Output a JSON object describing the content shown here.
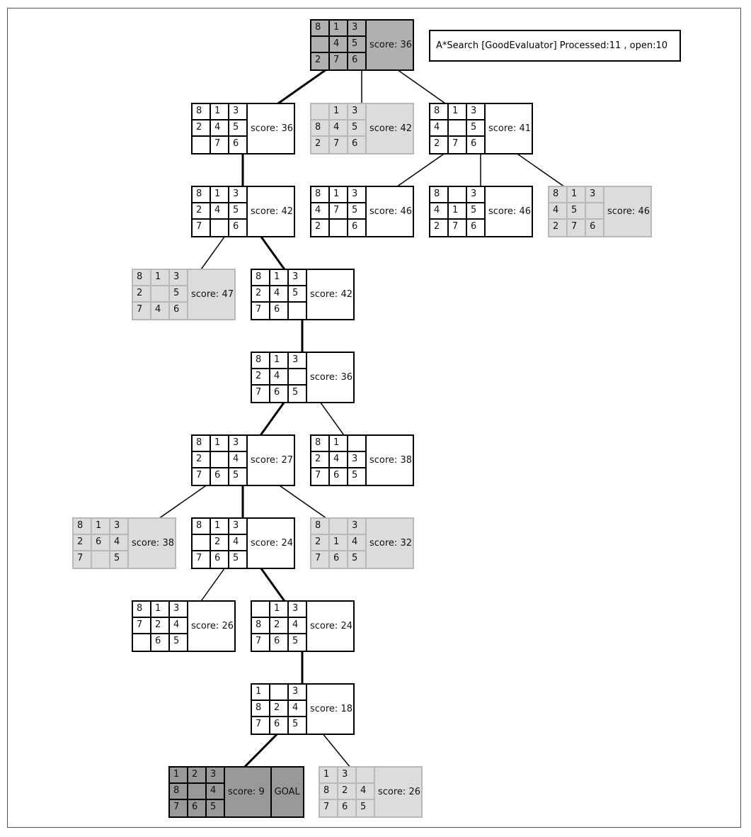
{
  "legend": "A*Search [GoodEvaluator] Processed:11 , open:10",
  "score_prefix": "score: ",
  "goal_label": "GOAL",
  "colors": {
    "root": "#b0b0b0",
    "open": "#dcdcdc",
    "goal": "#999999",
    "closed": "#ffffff"
  },
  "nodes": [
    {
      "state": [
        "8",
        "1",
        "3",
        "",
        "4",
        "5",
        "2",
        "7",
        "6"
      ],
      "score": 36,
      "status": "root",
      "parent": null,
      "onPath": false
    },
    {
      "state": [
        "8",
        "1",
        "3",
        "2",
        "4",
        "5",
        "",
        "7",
        "6"
      ],
      "score": 36,
      "status": "white",
      "parent": 0,
      "onPath": true
    },
    {
      "state": [
        "",
        "1",
        "3",
        "8",
        "4",
        "5",
        "2",
        "7",
        "6"
      ],
      "score": 42,
      "status": "open",
      "parent": 0,
      "onPath": false
    },
    {
      "state": [
        "8",
        "1",
        "3",
        "4",
        "",
        "5",
        "2",
        "7",
        "6"
      ],
      "score": 41,
      "status": "white",
      "parent": 0,
      "onPath": false
    },
    {
      "state": [
        "8",
        "1",
        "3",
        "2",
        "4",
        "5",
        "7",
        "",
        "6"
      ],
      "score": 42,
      "status": "white",
      "parent": 1,
      "onPath": true
    },
    {
      "state": [
        "8",
        "1",
        "3",
        "4",
        "7",
        "5",
        "2",
        "",
        "6"
      ],
      "score": 46,
      "status": "white",
      "parent": 3,
      "onPath": false
    },
    {
      "state": [
        "8",
        "",
        "3",
        "4",
        "1",
        "5",
        "2",
        "7",
        "6"
      ],
      "score": 46,
      "status": "white",
      "parent": 3,
      "onPath": false
    },
    {
      "state": [
        "8",
        "1",
        "3",
        "4",
        "5",
        "",
        "2",
        "7",
        "6"
      ],
      "score": 46,
      "status": "open",
      "parent": 3,
      "onPath": false
    },
    {
      "state": [
        "8",
        "1",
        "3",
        "2",
        "",
        "5",
        "7",
        "4",
        "6"
      ],
      "score": 47,
      "status": "open",
      "parent": 4,
      "onPath": false
    },
    {
      "state": [
        "8",
        "1",
        "3",
        "2",
        "4",
        "5",
        "7",
        "6",
        ""
      ],
      "score": 42,
      "status": "white",
      "parent": 4,
      "onPath": true
    },
    {
      "state": [
        "8",
        "1",
        "3",
        "2",
        "4",
        "",
        "7",
        "6",
        "5"
      ],
      "score": 36,
      "status": "white",
      "parent": 9,
      "onPath": true
    },
    {
      "state": [
        "8",
        "1",
        "3",
        "2",
        "",
        "4",
        "7",
        "6",
        "5"
      ],
      "score": 27,
      "status": "white",
      "parent": 10,
      "onPath": true
    },
    {
      "state": [
        "8",
        "1",
        "",
        "2",
        "4",
        "3",
        "7",
        "6",
        "5"
      ],
      "score": 38,
      "status": "white",
      "parent": 10,
      "onPath": false
    },
    {
      "state": [
        "8",
        "1",
        "3",
        "2",
        "6",
        "4",
        "7",
        "",
        "5"
      ],
      "score": 38,
      "status": "open",
      "parent": 11,
      "onPath": false
    },
    {
      "state": [
        "8",
        "1",
        "3",
        "",
        "2",
        "4",
        "7",
        "6",
        "5"
      ],
      "score": 24,
      "status": "white",
      "parent": 11,
      "onPath": true
    },
    {
      "state": [
        "8",
        "",
        "3",
        "2",
        "1",
        "4",
        "7",
        "6",
        "5"
      ],
      "score": 32,
      "status": "open",
      "parent": 11,
      "onPath": false
    },
    {
      "state": [
        "8",
        "1",
        "3",
        "7",
        "2",
        "4",
        "",
        "6",
        "5"
      ],
      "score": 26,
      "status": "white",
      "parent": 14,
      "onPath": false
    },
    {
      "state": [
        "",
        "1",
        "3",
        "8",
        "2",
        "4",
        "7",
        "6",
        "5"
      ],
      "score": 24,
      "status": "white",
      "parent": 14,
      "onPath": true
    },
    {
      "state": [
        "1",
        "",
        "3",
        "8",
        "2",
        "4",
        "7",
        "6",
        "5"
      ],
      "score": 18,
      "status": "white",
      "parent": 17,
      "onPath": true
    },
    {
      "state": [
        "1",
        "2",
        "3",
        "8",
        "",
        "4",
        "7",
        "6",
        "5"
      ],
      "score": 9,
      "status": "goal",
      "parent": 18,
      "onPath": true
    },
    {
      "state": [
        "1",
        "3",
        "",
        "8",
        "2",
        "4",
        "7",
        "6",
        "5"
      ],
      "score": 26,
      "status": "open",
      "parent": 18,
      "onPath": false
    }
  ]
}
